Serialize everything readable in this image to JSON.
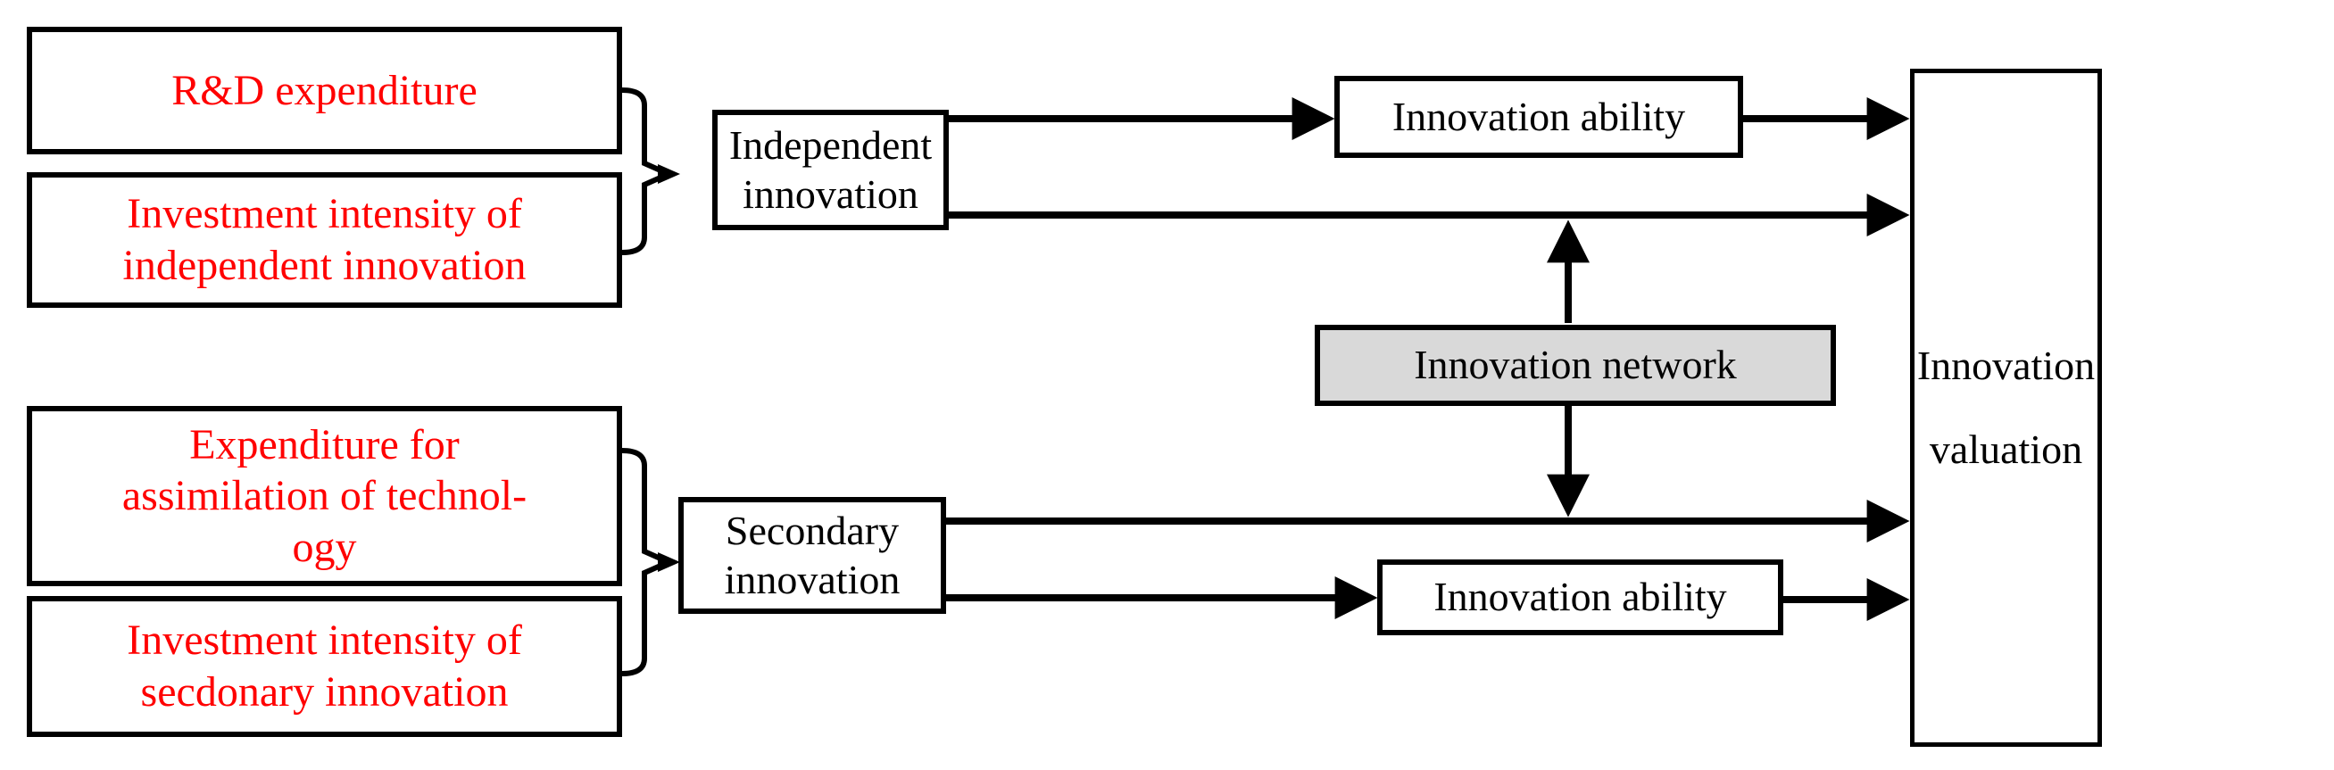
{
  "colors": {
    "red_text": "#ff0000",
    "line_black": "#000000",
    "network_fill": "#d9d9d9",
    "background": "#ffffff"
  },
  "nodes": {
    "rd_expenditure": {
      "label": "R&D expenditure"
    },
    "investment_independent": {
      "line1": "Investment intensity of",
      "line2": "independent innovation"
    },
    "expenditure_assimilation": {
      "line1": "Expenditure for",
      "line2": "assimilation of technol-",
      "line3": "ogy"
    },
    "investment_secondary": {
      "line1": "Investment intensity of",
      "line2": "secdonary innovation"
    },
    "independent_innovation": {
      "line1": "Independent",
      "line2": "innovation"
    },
    "secondary_innovation": {
      "line1": "Secondary",
      "line2": "innovation"
    },
    "innovation_ability_top": {
      "label": "Innovation ability"
    },
    "innovation_ability_bottom": {
      "label": "Innovation ability"
    },
    "innovation_network": {
      "label": "Innovation network"
    },
    "innovation_valuation": {
      "line1": "Innovation",
      "line2": "valuation"
    }
  }
}
